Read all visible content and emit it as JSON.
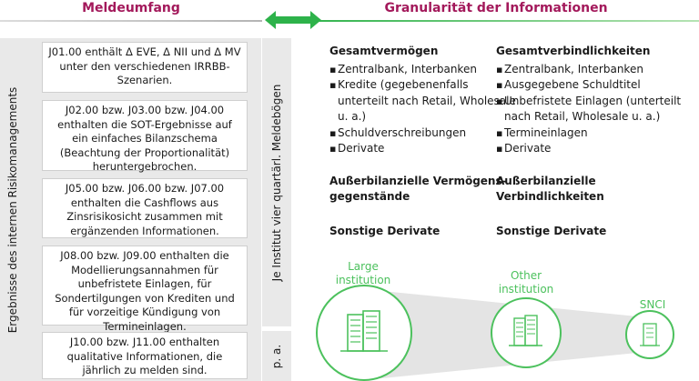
{
  "header": {
    "left_title": "Meldeumfang",
    "right_title": "Granularität der Informationen"
  },
  "left_panel": {
    "vertical_label": "Ergebnisse des internen Risikomanagements",
    "boxes": [
      "J01.00 enthält Δ EVE, Δ NII und Δ MV unter den verschiedenen IRRBB-Szenarien.",
      "J02.00 bzw. J03.00 bzw. J04.00 enthalten die SOT-Ergebnisse auf ein einfaches Bilanzschema (Beachtung der Proportionalität) heruntergebrochen.",
      "J05.00 bzw. J06.00 bzw. J07.00 enthalten die Cashflows aus Zinsrisikosicht zusammen mit ergänzenden Informationen.",
      "J08.00 bzw. J09.00 enthalten die Modellierungsannahmen für unbefristete Einlagen, für Sondertilgungen von Krediten und für vorzeitige Kündigung von Termineinlagen.",
      "J10.00 bzw. J11.00 enthalten qualitative Informationen, die jährlich zu melden sind."
    ]
  },
  "middle_strip": {
    "vertical_label": "Je Institut vier quartärl. Meldebögen",
    "pa_label": "p. a."
  },
  "assets": {
    "title": "Gesamtvermögen",
    "items": [
      "Zentralbank, Interbanken",
      "Kredite (gegebenenfalls unterteilt nach Retail, Wholesale u. a.)",
      "Schuldverschreibungen",
      "Derivate"
    ],
    "offbalance": "Außerbilanzielle Vermögens-gegenstände",
    "other_derivatives": "Sonstige Derivate"
  },
  "liabilities": {
    "title": "Gesamtverbindlichkeiten",
    "items": [
      "Zentralbank, Interbanken",
      "Ausgegebene Schuldtitel",
      "Unbefristete Einlagen (unterteilt nach Retail, Wholesale u. a.)",
      "Termineinlagen",
      "Derivate"
    ],
    "offbalance": "Außerbilanzielle Verbindlichkeiten",
    "other_derivatives": "Sonstige Derivate"
  },
  "institutions": {
    "large": "Large institution",
    "other": "Other institution",
    "snci": "SNCI"
  },
  "colors": {
    "magenta": "#a3195b",
    "green": "#4cc15d",
    "grey_panel": "#e9e9e9"
  }
}
